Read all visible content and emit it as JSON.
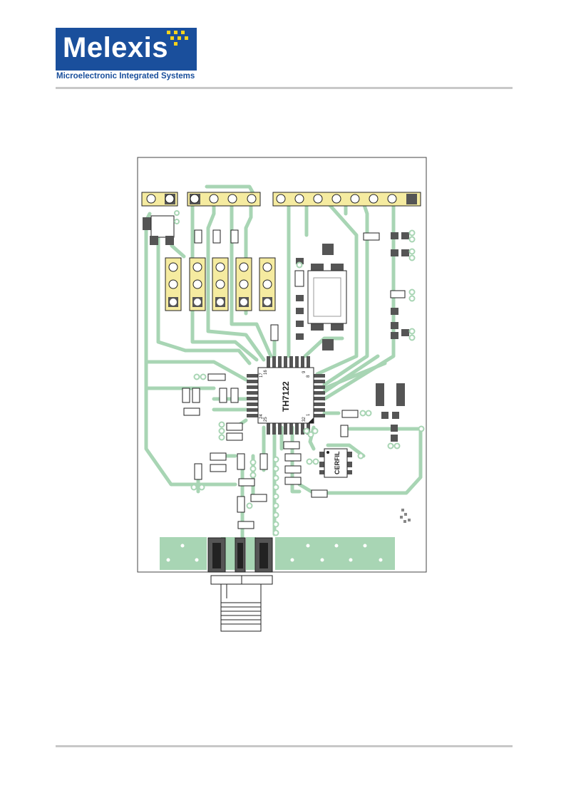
{
  "header": {
    "brand": "Melexis",
    "tagline": "Microelectronic Integrated Systems",
    "brand_color": "#1a4f9c",
    "accent_color": "#f6d21c"
  },
  "diagram": {
    "ic_label": "TH7122",
    "filter_label": "CERFIL",
    "pin_labels": {
      "p1": "1",
      "p8": "8",
      "p9": "9",
      "p16": "16",
      "p17": "17",
      "p24": "24",
      "p25": "25",
      "p32": "32"
    },
    "trace_color": "#a8d5b4",
    "header_pad_color": "#f5eba0",
    "pad_color": "#555555"
  }
}
